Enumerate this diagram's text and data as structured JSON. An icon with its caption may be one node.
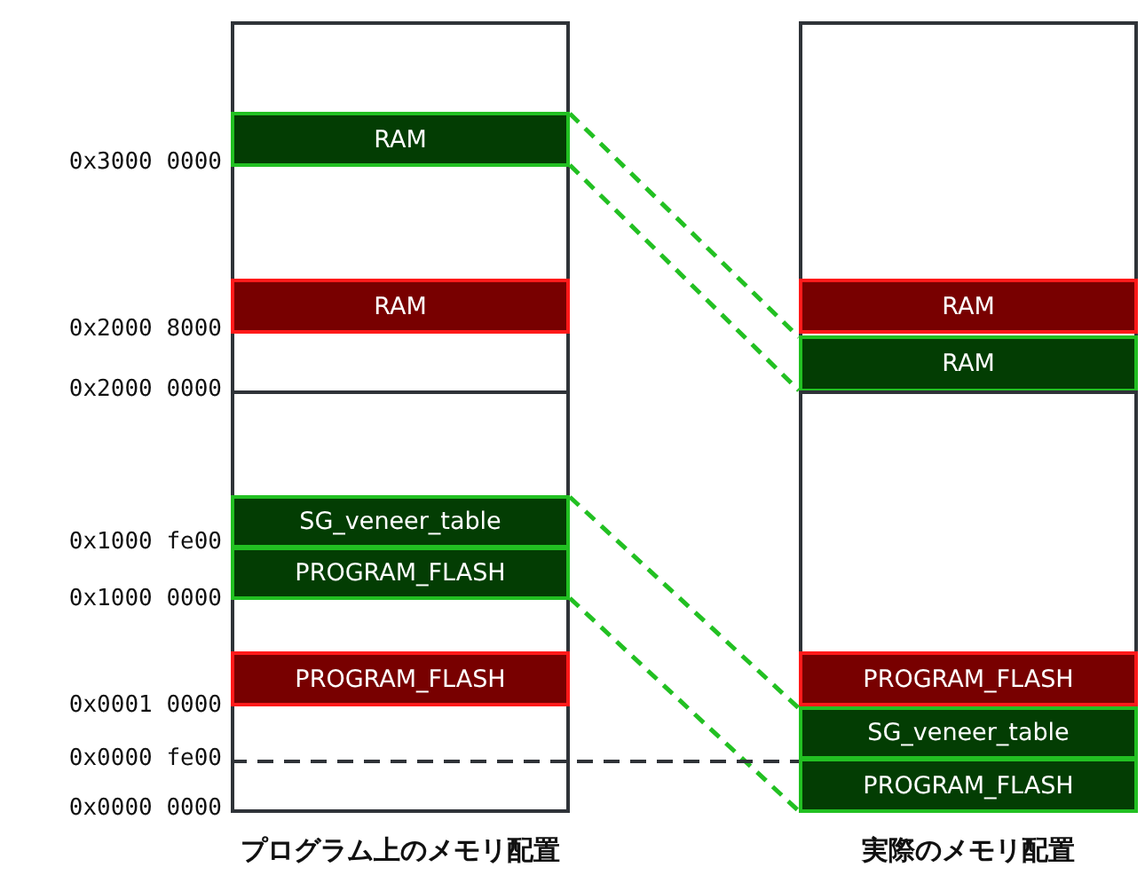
{
  "diagram": {
    "nodes": [
      {
        "text": [
          "プログラム上のメモリ配置"
        ]
      },
      {
        "text": [
          "RAM"
        ],
        "in": 0
      },
      {
        "text": [
          "RAM"
        ],
        "in": 0
      },
      {
        "text": [
          "SG_veneer_table"
        ],
        "in": 0
      },
      {
        "text": [
          "PROGRAM_FLASH"
        ],
        "in": 0
      },
      {
        "text": [
          "PROGRAM_FLASH"
        ],
        "in": 0
      },
      {
        "text": [
          "実際のメモリ配置"
        ]
      },
      {
        "text": [
          "RAM"
        ],
        "in": 6
      },
      {
        "text": [
          "RAM"
        ],
        "in": 6
      },
      {
        "text": [
          "PROGRAM_FLASH"
        ],
        "in": 6
      },
      {
        "text": [
          "SG_veneer_table"
        ],
        "in": 6
      },
      {
        "text": [
          "PROGRAM_FLASH"
        ],
        "in": 6
      }
    ],
    "edges": [
      {
        "from": 1,
        "to": 8,
        "arrow": "none",
        "style": "dashed"
      },
      {
        "from": 1,
        "to": 8,
        "arrow": "none",
        "style": "dashed"
      },
      {
        "from": 3,
        "to": 10,
        "arrow": "none",
        "style": "dashed"
      },
      {
        "from": 4,
        "to": 11,
        "arrow": "none",
        "style": "dashed"
      },
      {
        "from": 0,
        "to": 6,
        "arrow": "none",
        "style": "dashed",
        "color": "#2f3338"
      }
    ],
    "labels": [
      "0x3000 0000",
      "0x2000 8000",
      "0x2000 0000",
      "0x1000 fe00",
      "0x1000 0000",
      "0x0001 0000",
      "0x0000 fe00",
      "0x0000 0000"
    ]
  }
}
